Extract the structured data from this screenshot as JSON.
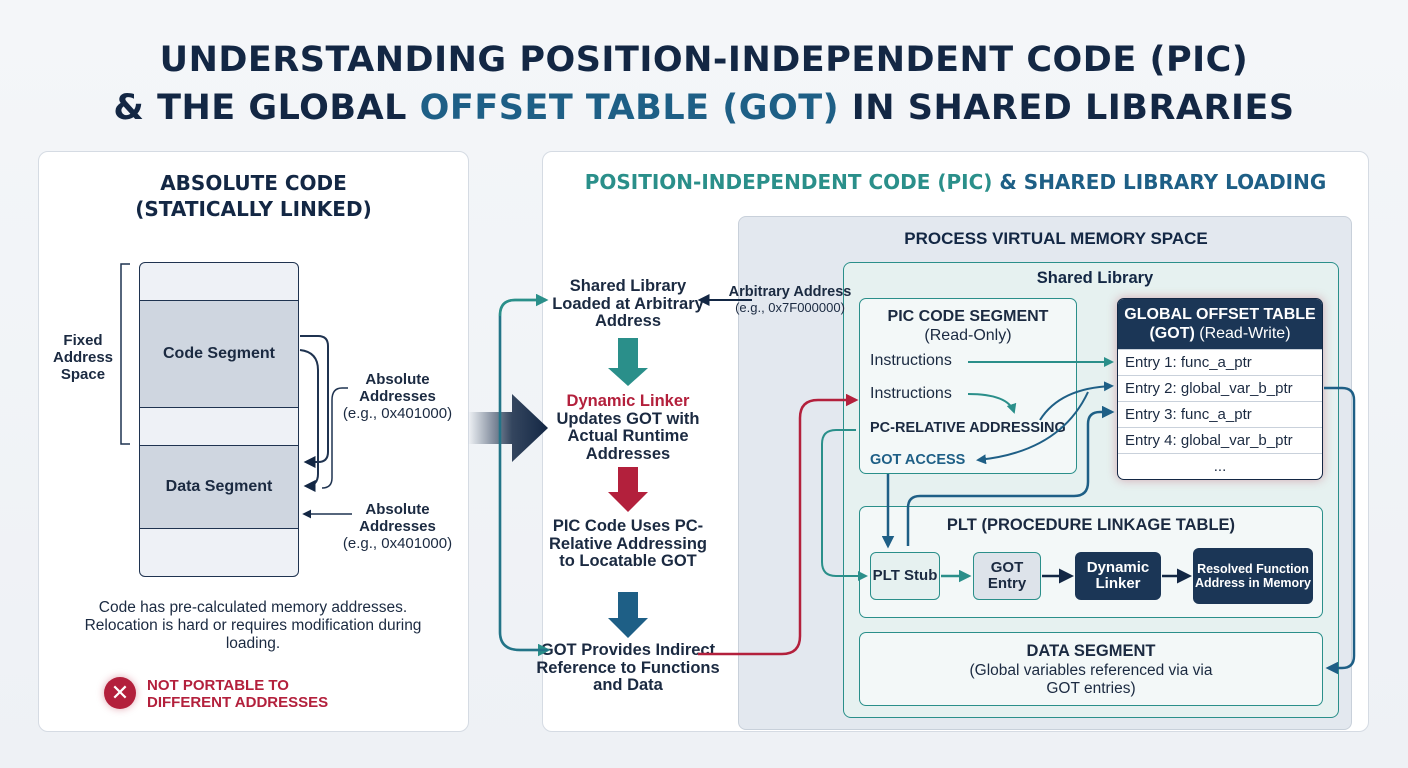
{
  "title": {
    "line1": "UNDERSTANDING POSITION-INDEPENDENT CODE (PIC)",
    "line2_prefix": "& THE GLOBAL ",
    "line2_accent": "OFFSET TABLE (GOT)",
    "line2_suffix": " IN SHARED LIBRARIES"
  },
  "left": {
    "heading_line1": "ABSOLUTE CODE",
    "heading_line2": "(STATICALLY LINKED)",
    "fixed_label": "Fixed Address Space",
    "code_segment": "Code Segment",
    "data_segment": "Data Segment",
    "abs_addr_1_title": "Absolute Addresses",
    "abs_addr_1_example": "(e.g., 0x401000)",
    "abs_addr_2_title": "Absolute Addresses",
    "abs_addr_2_example": "(e.g., 0x401000)",
    "description": "Code has pre-calculated memory addresses. Relocation is hard or requires modification during loading.",
    "warning_line1": "NOT PORTABLE TO",
    "warning_line2": "DIFFERENT ADDRESSES",
    "warning_icon": "x-icon"
  },
  "right": {
    "heading_part1": "POSITION-INDEPENDENT CODE (PIC)",
    "heading_part2": " & SHARED LIBRARY LOADING",
    "flow": {
      "step1": "Shared Library Loaded at Arbitrary Address",
      "arbitrary_title": "Arbitrary Address",
      "arbitrary_example": "(e.g., 0x7F000000)",
      "step2_highlight": "Dynamic Linker",
      "step2_rest": "Updates GOT with Actual Runtime Addresses",
      "step3": "PIC Code Uses PC-Relative Addressing to Locatable GOT",
      "step4": "GOT Provides Indirect Reference to Functions and Data"
    },
    "memory": {
      "title": "PROCESS VIRTUAL MEMORY SPACE",
      "shared_library": "Shared Library",
      "pic_segment_title": "PIC CODE SEGMENT",
      "pic_segment_sub": "(Read-Only)",
      "instructions_1": "Instructions",
      "instructions_2": "Instructions",
      "pc_relative": "PC-RELATIVE ADDRESSING",
      "got_access": "GOT ACCESS",
      "got_title": "GLOBAL OFFSET TABLE",
      "got_title_abbr": "(GOT)",
      "got_title_sub": " (Read-Write)",
      "got_entries": [
        "Entry 1: func_a_ptr",
        "Entry 2: global_var_b_ptr",
        "Entry 3: func_a_ptr",
        "Entry 4: global_var_b_ptr",
        "..."
      ],
      "plt_title": "PLT (PROCEDURE LINKAGE TABLE)",
      "plt_stub": "PLT Stub",
      "got_entry": "GOT Entry",
      "dynamic_linker": "Dynamic Linker",
      "resolved": "Resolved Function Address in Memory",
      "data_segment_title": "DATA SEGMENT",
      "data_segment_sub": "(Global variables referenced via via GOT entries)"
    }
  },
  "colors": {
    "navy": "#132744",
    "teal": "#2a8f8a",
    "red": "#b3203c",
    "blue": "#1e5f86"
  }
}
